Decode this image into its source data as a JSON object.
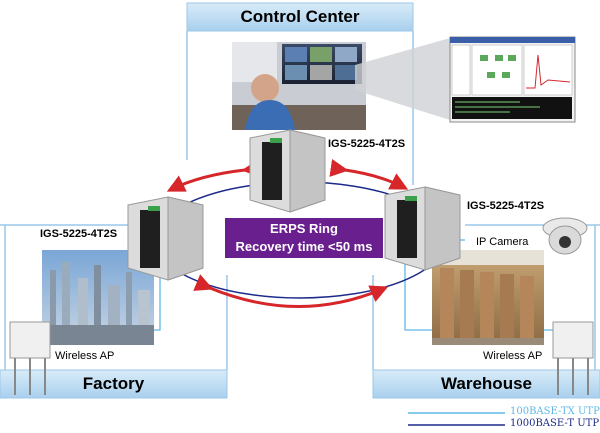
{
  "zones": {
    "control_center": "Control Center",
    "factory": "Factory",
    "warehouse": "Warehouse"
  },
  "devices": {
    "switch_top": "IGS-5225-4T2S",
    "switch_left": "IGS-5225-4T2S",
    "switch_right": "IGS-5225-4T2S",
    "ip_camera": "IP Camera",
    "wireless_ap_left": "Wireless AP",
    "wireless_ap_right": "Wireless AP"
  },
  "ring": {
    "line1": "ERPS Ring",
    "line2": "Recovery time <50 ms"
  },
  "legend": {
    "item1": "100BASE-TX UTP",
    "item2": "1000BASE-T UTP",
    "color_item1": "#5fb8e6",
    "color_item2": "#1c2a8a"
  },
  "colors": {
    "arrow": "#d6262a",
    "ring_label_bg": "#6a1f8f",
    "zone_frame": "#9cc7e8"
  }
}
